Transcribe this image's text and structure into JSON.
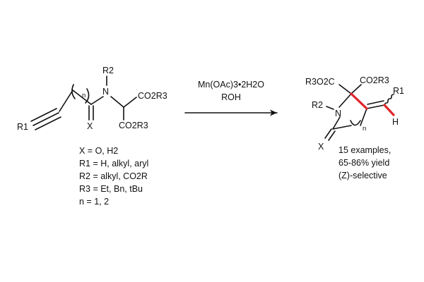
{
  "reactant": {
    "atoms": {
      "r1": "R1",
      "r2": "R2",
      "n": "N",
      "x": "X",
      "n_index": "n",
      "co2r3_top": "CO2R3",
      "co2r3_bottom": "CO2R3"
    },
    "conditions_list": [
      "X = O, H2",
      "R1 = H, alkyl, aryl",
      "R2 = alkyl, CO2R",
      "R3 = Et, Bn, tBu",
      "n = 1, 2"
    ]
  },
  "arrow": {
    "reagent": "Mn(OAc)3•2H2O",
    "solvent": "ROH"
  },
  "product": {
    "atoms": {
      "r3o2c": "R3O2C",
      "co2r3": "CO2R3",
      "r1": "R1",
      "r2": "R2",
      "n": "N",
      "h": "H",
      "x": "X",
      "n_index": "n"
    },
    "highlight_color": "#e0262b",
    "summary": [
      "15 examples,",
      "65-86% yield",
      "(Z)-selective"
    ]
  }
}
